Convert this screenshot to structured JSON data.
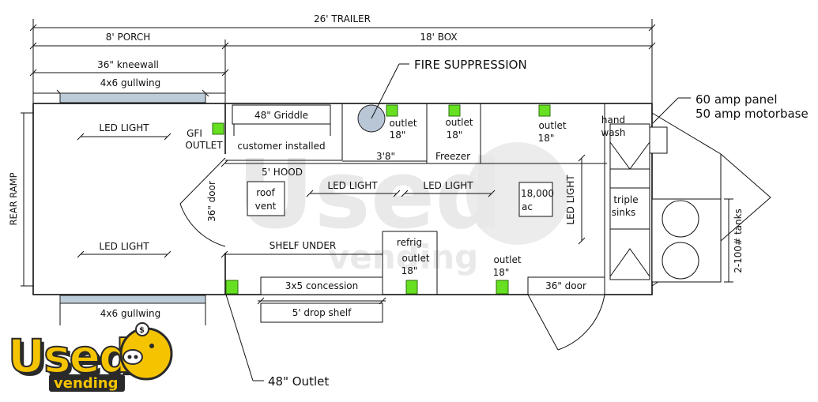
{
  "dimensions": {
    "trailer": "26' TRAILER",
    "porch": "8' PORCH",
    "box": "18' BOX",
    "kneewall": "36\" kneewall"
  },
  "labels": {
    "gullwing_top": "4x6 gullwing",
    "gullwing_bottom": "4x6 gullwing",
    "rear_ramp": "REAR RAMP",
    "led_porch_top": "LED LIGHT",
    "led_porch_bottom": "LED LIGHT",
    "led_box_1": "LED LIGHT",
    "led_box_2": "LED LIGHT",
    "led_box_vertical": "LED LIGHT",
    "gfi_line1": "GFI",
    "gfi_line2": "OUTLET",
    "door_side": "36\" door",
    "griddle": "48\" Griddle",
    "customer_installed": "customer installed",
    "fire_suppression": "FIRE SUPPRESSION",
    "hood": "5' HOOD",
    "roof_vent_1": "roof",
    "roof_vent_2": "vent",
    "outlet_a_1": "outlet",
    "outlet_a_2": "18\"",
    "outlet_b_1": "outlet",
    "outlet_b_2": "18\"",
    "outlet_c_1": "outlet",
    "outlet_c_2": "18\"",
    "outlet_d_1": "outlet",
    "outlet_d_2": "18\"",
    "outlet_e_1": "outlet",
    "outlet_e_2": "18\"",
    "dim_3_8": "3'8\"",
    "freezer": "Freezer",
    "ac_1": "18,000",
    "ac_2": "ac",
    "hand_wash_1": "hand",
    "hand_wash_2": "wash",
    "triple_sinks_1": "triple",
    "triple_sinks_2": "sinks",
    "panel_1": "60 amp panel",
    "panel_2": "50 amp motorbase",
    "tanks": "2-100# tanks",
    "shelf_under": "SHELF UNDER",
    "refrig": "refrig",
    "concession": "3x5 concession",
    "drop_shelf": "5' drop shelf",
    "door_front": "36\" door",
    "outlet_48": "48\" Outlet"
  },
  "logo": {
    "word": "Used",
    "sub": "vending"
  },
  "colors": {
    "outlet": "#66e020",
    "gullwing": "#bcccd8",
    "fire_suppression": "#b8c6d6",
    "logo_fill": "#f5c400",
    "logo_shadow": "#2a2a2a"
  }
}
